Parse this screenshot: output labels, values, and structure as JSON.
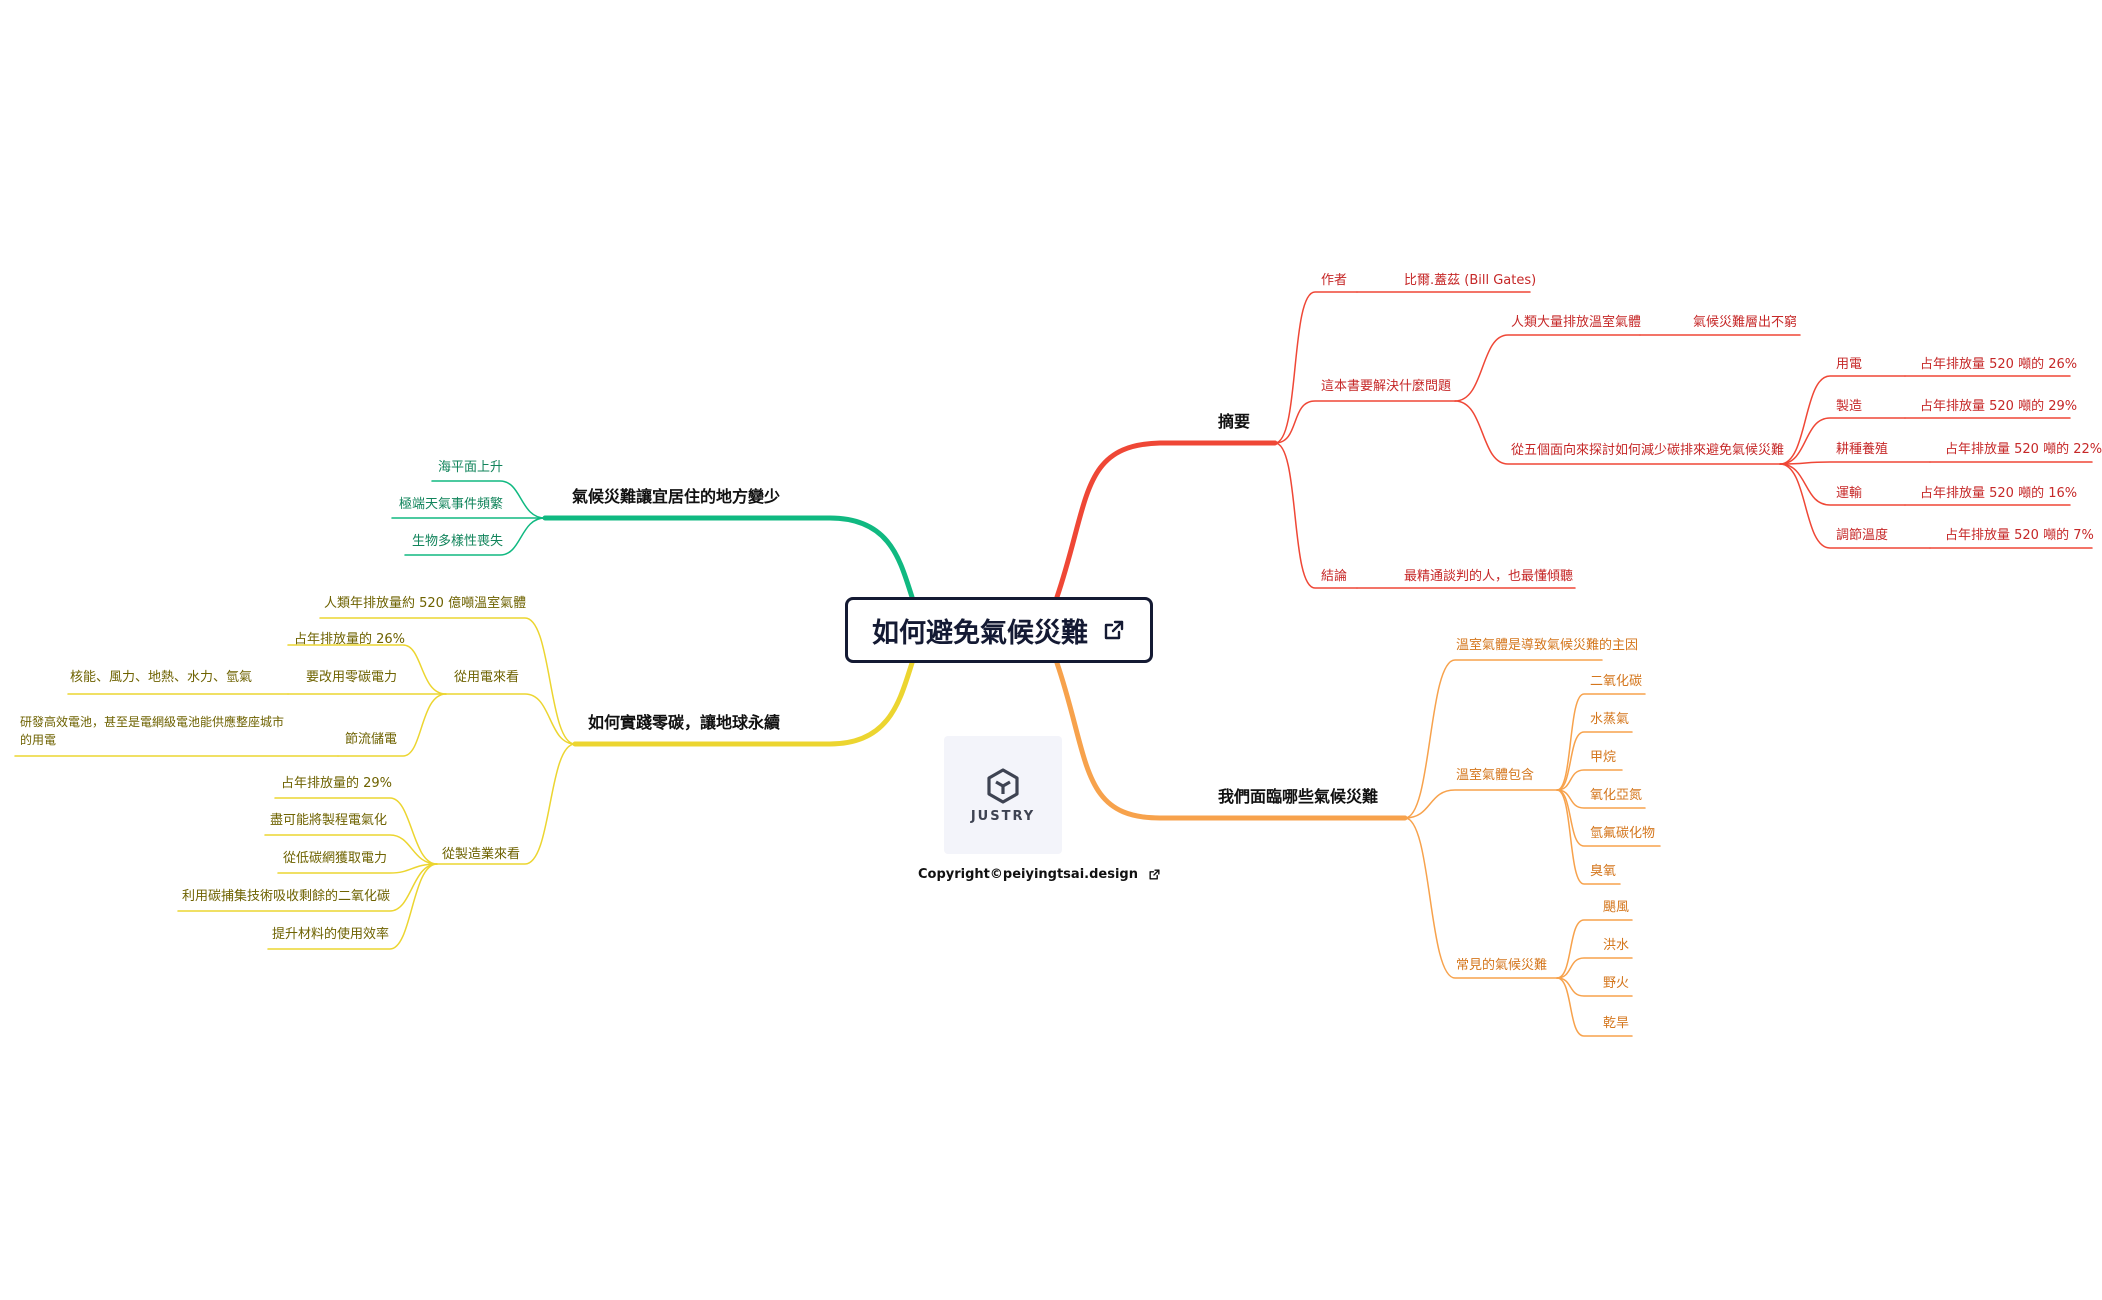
{
  "root": {
    "title": "如何避免氣候災難",
    "link_icon": "external-link-icon"
  },
  "logo": {
    "text": "JUSTRY",
    "icon": "cube-logo-icon"
  },
  "copyright": {
    "text": "Copyright©peiyingtsai.design",
    "link_icon": "external-link-icon"
  },
  "colors": {
    "summary": "#ef4736",
    "disasters": "#f7a24c",
    "habitat": "#10b981",
    "zero_carbon": "#ecd530",
    "root_border": "#141a33"
  },
  "branches": {
    "summary": {
      "title": "摘要",
      "author": {
        "label": "作者",
        "value": "比爾.蓋茲 (Bill Gates)"
      },
      "problem": {
        "label": "這本書要解決什麼問題",
        "cause": {
          "label": "人類大量排放溫室氣體",
          "value": "氣候災難層出不窮"
        },
        "aspects": {
          "label": "從五個面向來探討如何減少碳排來避免氣候災難",
          "items": [
            {
              "label": "用電",
              "value": "占年排放量 520 噸的 26%"
            },
            {
              "label": "製造",
              "value": "占年排放量 520 噸的 29%"
            },
            {
              "label": "耕種養殖",
              "value": "占年排放量 520 噸的 22%"
            },
            {
              "label": "運輸",
              "value": "占年排放量 520 噸的 16%"
            },
            {
              "label": "調節溫度",
              "value": "占年排放量 520 噸的 7%"
            }
          ]
        }
      },
      "conclusion": {
        "label": "結論",
        "value": "最精通談判的人，也最懂傾聽"
      }
    },
    "disasters": {
      "title": "我們面臨哪些氣候災難",
      "main_cause": "溫室氣體是導致氣候災難的主因",
      "gases": {
        "label": "溫室氣體包含",
        "items": [
          "二氧化碳",
          "水蒸氣",
          "甲烷",
          "氧化亞氮",
          "氫氟碳化物",
          "臭氧"
        ]
      },
      "common": {
        "label": "常見的氣候災難",
        "items": [
          "颶風",
          "洪水",
          "野火",
          "乾旱"
        ]
      }
    },
    "habitat": {
      "title": "氣候災難讓宜居住的地方變少",
      "items": [
        "海平面上升",
        "極端天氣事件頻繁",
        "生物多樣性喪失"
      ]
    },
    "zero_carbon": {
      "title": "如何實踐零碳，讓地球永續",
      "annual": "人類年排放量約 520 億噸溫室氣體",
      "electricity": {
        "label": "從用電來看",
        "share": "占年排放量的 26%",
        "switch": {
          "label": "要改用零碳電力",
          "value": "核能、風力、地熱、水力、氫氣"
        },
        "storage": {
          "label": "節流儲電",
          "value": "研發高效電池，甚至是電網級電池能供應整座城市的用電"
        }
      },
      "manufacturing": {
        "label": "從製造業來看",
        "items": [
          "占年排放量的 29%",
          "盡可能將製程電氣化",
          "從低碳網獲取電力",
          "利用碳捕集技術吸收剩餘的二氧化碳",
          "提升材料的使用效率"
        ]
      }
    }
  }
}
